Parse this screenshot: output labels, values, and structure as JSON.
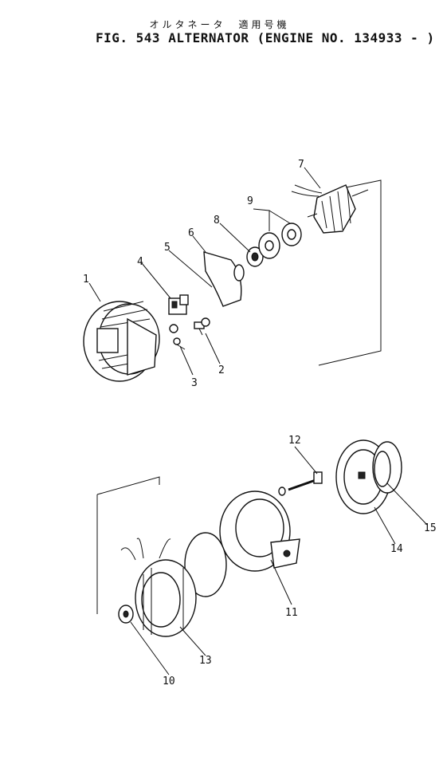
{
  "header": {
    "title_jp": "オルタネータ　適用号機",
    "title_en": "FIG. 543  ALTERNATOR (ENGINE NO. 134933 - )"
  },
  "callouts": [
    "1",
    "2",
    "3",
    "4",
    "5",
    "6",
    "7",
    "8",
    "9",
    "10",
    "11",
    "12",
    "13",
    "14",
    "15"
  ]
}
